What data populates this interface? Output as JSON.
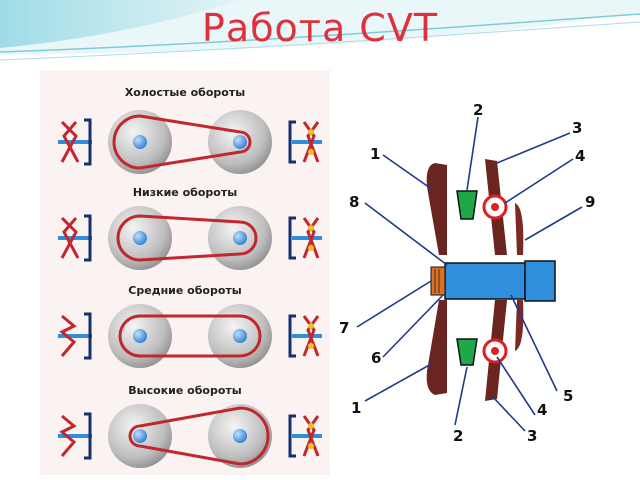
{
  "title": "Работа CVT",
  "modes": [
    {
      "label": "Холостые обороты"
    },
    {
      "label": "Низкие обороты"
    },
    {
      "label": "Средние обороты"
    },
    {
      "label": "Высокие обороты"
    }
  ],
  "callouts": [
    "1",
    "2",
    "3",
    "4",
    "8",
    "9",
    "7",
    "6",
    "1",
    "4",
    "5",
    "2",
    "3"
  ],
  "colors": {
    "title": "#e0303e",
    "belt": "#c0282e",
    "arm": "#6a2520",
    "block": "#1ea84a",
    "shaft": "#2f8fdc",
    "ring": "#e02020",
    "frame": "#14316e"
  }
}
